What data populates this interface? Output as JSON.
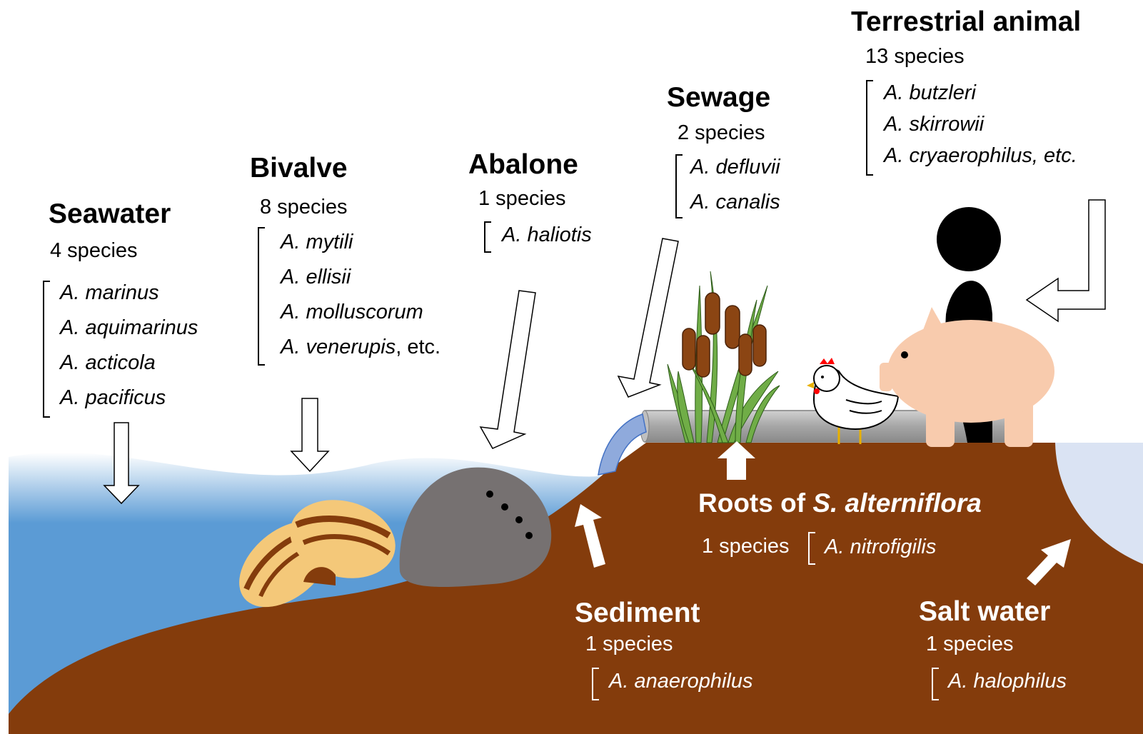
{
  "groups": {
    "seawater": {
      "title": "Seawater",
      "count": "4 species",
      "species": [
        "A. marinus",
        "A. aquimarinus",
        "A. acticola",
        "A. pacificus"
      ]
    },
    "bivalve": {
      "title": "Bivalve",
      "count": "8 species",
      "species": [
        "A. mytili",
        "A. ellisii",
        "A. molluscorum",
        "A. venerupis"
      ],
      "species_suffix": ", etc."
    },
    "abalone": {
      "title": "Abalone",
      "count": "1 species",
      "species": [
        "A. haliotis"
      ]
    },
    "sewage": {
      "title": "Sewage",
      "count": "2 species",
      "species": [
        "A. defluvii",
        "A. canalis"
      ]
    },
    "terrestrial": {
      "title": "Terrestrial animal",
      "count": "13 species",
      "species": [
        "A. butzleri",
        "A. skirrowii",
        "A. cryaerophilus, etc."
      ]
    },
    "roots": {
      "title_prefix": "Roots of ",
      "title_italic": "S. alterniflora",
      "count": "1 species",
      "species": [
        "A. nitrofigilis"
      ]
    },
    "sediment": {
      "title": "Sediment",
      "count": "1 species",
      "species": [
        "A. anaerophilus"
      ]
    },
    "saltwater": {
      "title": "Salt water",
      "count": "1 species",
      "species": [
        "A. halophilus"
      ]
    }
  },
  "colors": {
    "sea": "#5b9bd5",
    "soil": "#843c0c",
    "salt_water": "#dae3f3",
    "rock": "#767171",
    "shell": "#f4c879",
    "shell_stripe": "#843c0c",
    "pipe": "#a6a6a6",
    "pig": "#f8cbad",
    "cattail": "#8b4513",
    "reed": "#70ad47"
  }
}
